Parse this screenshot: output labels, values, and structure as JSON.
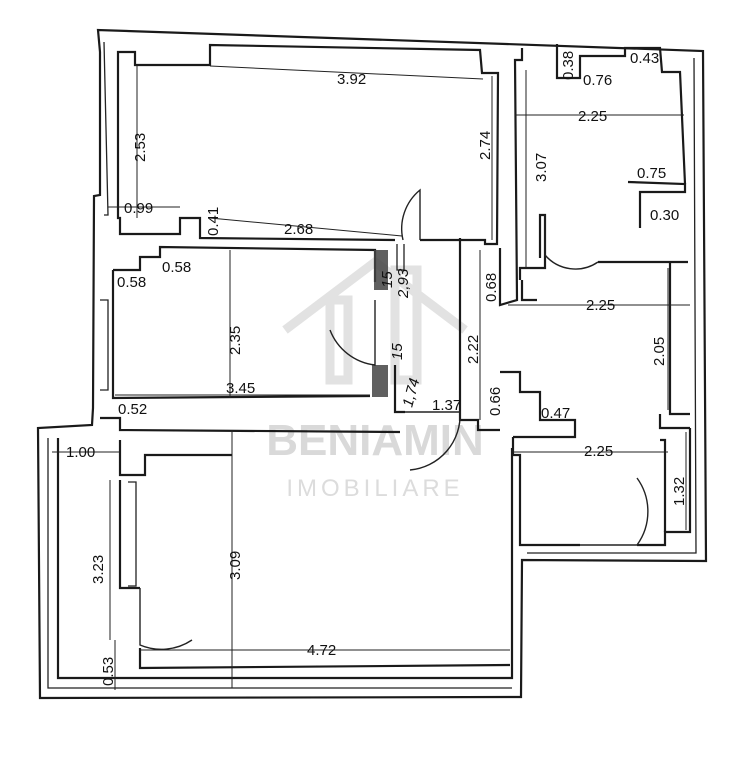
{
  "watermark": {
    "brand": "BENIAMIN",
    "tagline": "IMOBILIARE"
  },
  "dimensions": {
    "d_3_92": "3.92",
    "d_2_53": "2.53",
    "d_2_74": "2.74",
    "d_0_99": "0.99",
    "d_0_41": "0.41",
    "d_2_68": "2.68",
    "d_0_58_a": "0.58",
    "d_0_58_b": "0.58",
    "d_2_35": "2.35",
    "d_3_45": "3.45",
    "d_0_52": "0.52",
    "d_0_38": "0.38",
    "d_0_76": "0.76",
    "d_0_43": "0.43",
    "d_2_25_a": "2.25",
    "d_3_07": "3.07",
    "d_0_75": "0.75",
    "d_0_30": "0.30",
    "d_0_68": "0.68",
    "d_2_25_b": "2.25",
    "d_2_22": "2.22",
    "d_2_05": "2.05",
    "d_1_37": "1.37",
    "d_0_66": "0.66",
    "d_0_47": "0.47",
    "d_2_25_c": "2.25",
    "d_1_32": "1.32",
    "d_1_00": "1.00",
    "d_3_23": "3.23",
    "d_3_09": "3.09",
    "d_4_72": "4.72",
    "d_0_53": "0.53"
  },
  "handwritten": {
    "note_a": "15",
    "note_b": "2,93",
    "note_c": "15",
    "note_d": "1,74"
  }
}
